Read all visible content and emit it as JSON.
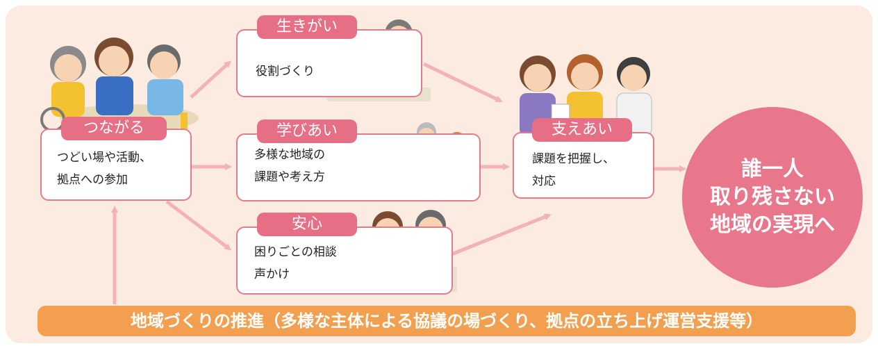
{
  "tsunagaru": {
    "title": "つながる",
    "lines": [
      "つどい場や活動、",
      "拠点への参加"
    ]
  },
  "ikigai": {
    "title": "生きがい",
    "lines": [
      "役割づくり"
    ]
  },
  "manabiai": {
    "title": "学びあい",
    "lines": [
      "多様な地域の",
      "課題や考え方"
    ]
  },
  "anshin": {
    "title": "安心",
    "lines": [
      "困りごとの相談",
      "声かけ"
    ]
  },
  "sasaeai": {
    "title": "支えあい",
    "lines": [
      "課題を把握し、",
      "対応"
    ]
  },
  "goal": {
    "lines": [
      "誰一人",
      "取り残さない",
      "地域の実現へ"
    ]
  },
  "bottom": {
    "text": "地域づくりの推進（多様な主体による協議の場づくり、拠点の立ち上げ運営支援等）"
  },
  "colors": {
    "badge": "#e76f85",
    "arrow": "#f3b3b6",
    "circle": "#e8778b",
    "bar": "#f2a050",
    "panel": "#fbebe0"
  }
}
